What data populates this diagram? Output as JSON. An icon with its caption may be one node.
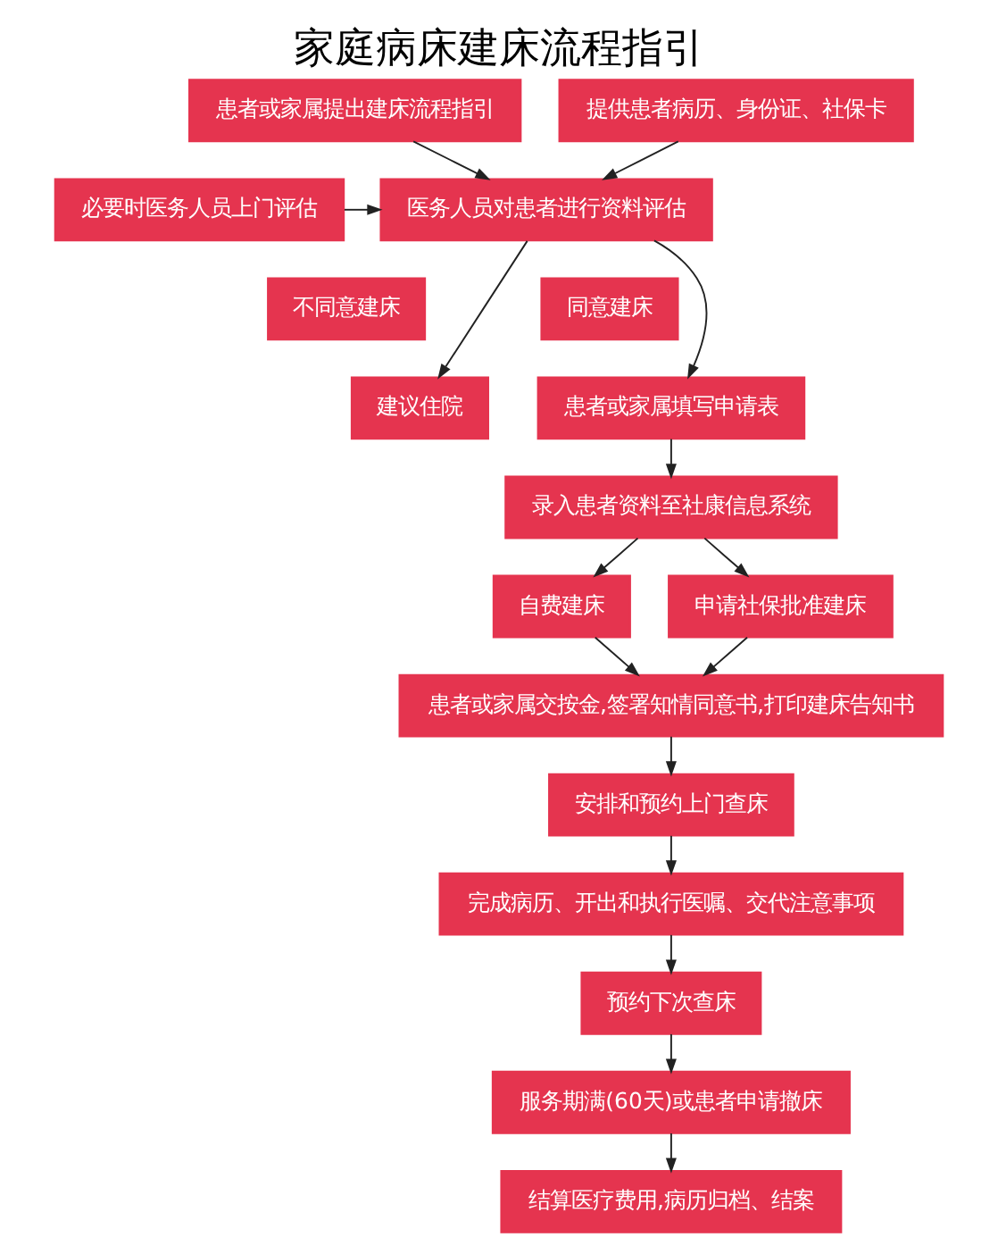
{
  "diagram": {
    "title": "家庭病床建床流程指引",
    "nodes": [
      {
        "text": [
          "患者或家属提出建床流程指引"
        ]
      },
      {
        "text": [
          "提供患者病历、身份证、社保卡"
        ]
      },
      {
        "text": [
          "医务人员对患者进行资料评估"
        ]
      },
      {
        "text": [
          "必要时医务人员上门评估"
        ]
      },
      {
        "text": [
          "不同意建床"
        ]
      },
      {
        "text": [
          "同意建床"
        ]
      },
      {
        "text": [
          "建议住院"
        ]
      },
      {
        "text": [
          "患者或家属填写申请表"
        ]
      },
      {
        "text": [
          "录入患者资料至社康信息系统"
        ]
      },
      {
        "text": [
          "自费建床"
        ]
      },
      {
        "text": [
          "申请社保批准建床"
        ]
      },
      {
        "text": [
          "患者或家属交按金,签署知情同意书,打印建床告知书"
        ]
      },
      {
        "text": [
          "安排和预约上门查床"
        ]
      },
      {
        "text": [
          "完成病历、开出和执行医嘱、交代注意事项"
        ]
      },
      {
        "text": [
          "预约下次查床"
        ]
      },
      {
        "text": [
          "服务期满(60天)或患者申请撤床"
        ]
      },
      {
        "text": [
          "结算医疗费用,病历归档、结案"
        ]
      }
    ],
    "edges": [
      {
        "from": 0,
        "to": 2,
        "arrow": "to"
      },
      {
        "from": 1,
        "to": 2,
        "arrow": "to"
      },
      {
        "from": 3,
        "to": 2,
        "arrow": "to"
      },
      {
        "from": 2,
        "to": 6,
        "arrow": "to"
      },
      {
        "from": 2,
        "to": 7,
        "arrow": "to"
      },
      {
        "from": 7,
        "to": 8,
        "arrow": "to"
      },
      {
        "from": 8,
        "to": 9,
        "arrow": "to"
      },
      {
        "from": 8,
        "to": 10,
        "arrow": "to"
      },
      {
        "from": 9,
        "to": 11,
        "arrow": "to"
      },
      {
        "from": 10,
        "to": 11,
        "arrow": "to"
      },
      {
        "from": 11,
        "to": 12,
        "arrow": "to"
      },
      {
        "from": 12,
        "to": 13,
        "arrow": "to"
      },
      {
        "from": 13,
        "to": 14,
        "arrow": "to"
      },
      {
        "from": 14,
        "to": 15,
        "arrow": "to"
      },
      {
        "from": 15,
        "to": 16,
        "arrow": "to"
      }
    ]
  }
}
